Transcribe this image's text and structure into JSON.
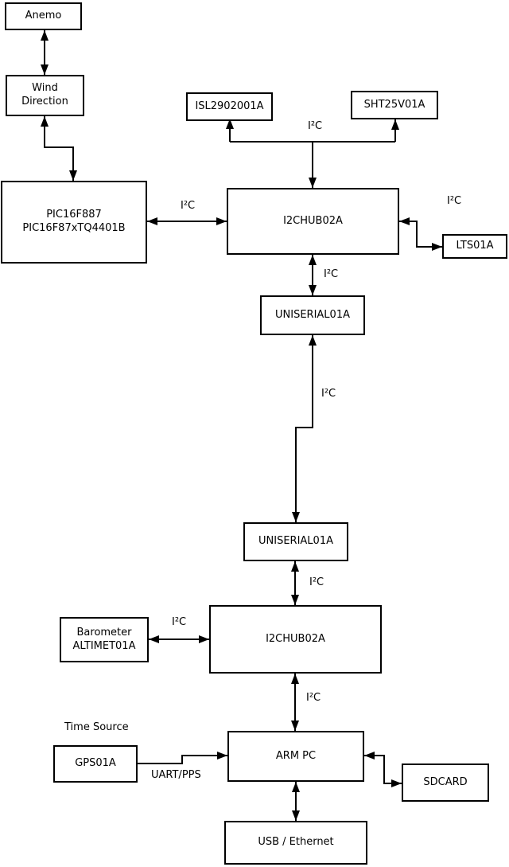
{
  "diagram": {
    "type": "block-diagram",
    "colors": {
      "line": "#000000",
      "box_fill": "#ffffff",
      "background": "#ffffff",
      "text": "#000000"
    },
    "nodes": {
      "anemo": {
        "label": "Anemo"
      },
      "wind_direction": {
        "line1": "Wind",
        "line2": "Direction"
      },
      "pic": {
        "line1": "PIC16F887",
        "line2": "PIC16F87xTQ4401B"
      },
      "isl": {
        "label": "ISL2902001A"
      },
      "sht": {
        "label": "SHT25V01A"
      },
      "i2chub_1": {
        "label": "I2CHUB02A"
      },
      "lts": {
        "label": "LTS01A"
      },
      "uniserial_1": {
        "label": "UNISERIAL01A"
      },
      "uniserial_2": {
        "label": "UNISERIAL01A"
      },
      "i2chub_2": {
        "label": "I2CHUB02A"
      },
      "barometer": {
        "line1": "Barometer",
        "line2": "ALTIMET01A"
      },
      "gps": {
        "label": "GPS01A"
      },
      "arm_pc": {
        "label": "ARM PC"
      },
      "sdcard": {
        "label": "SDCARD"
      },
      "usb_ethernet": {
        "label": "USB / Ethernet"
      }
    },
    "edge_labels": {
      "i2c_sensors_top": "I²C",
      "i2c_pic_hub1": "I²C",
      "i2c_hub1_lts": "I²C",
      "i2c_hub1_uniserial": "I²C",
      "i2c_uniserial_link": "I²C",
      "i2c_uniserial_hub2": "I²C",
      "i2c_barometer_hub2": "I²C",
      "i2c_hub2_armpc": "I²C",
      "time_source": "Time Source",
      "uart_pps": "UART/PPS"
    }
  }
}
